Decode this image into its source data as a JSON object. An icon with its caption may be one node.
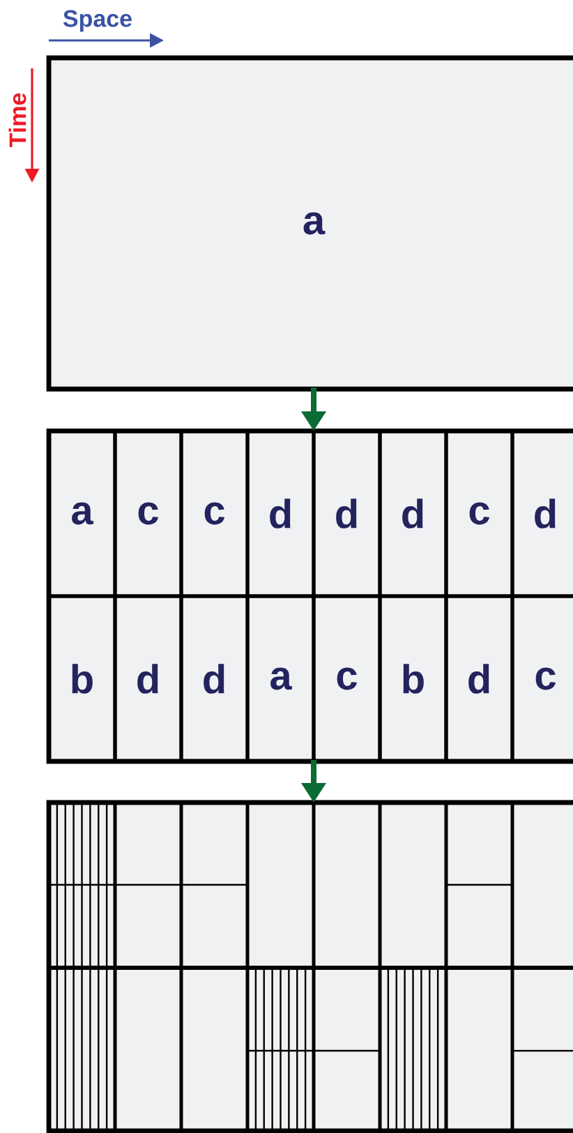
{
  "diagram": {
    "nodes": [
      {
        "text": [
          "a"
        ]
      },
      {
        "text": [],
        "shape": "box"
      },
      {
        "text": [
          "a"
        ],
        "in": 1
      },
      {
        "text": [
          "c"
        ],
        "in": 1
      },
      {
        "text": [
          "c"
        ],
        "in": 1
      },
      {
        "text": [
          "d"
        ],
        "in": 1
      },
      {
        "text": [
          "d"
        ],
        "in": 1
      },
      {
        "text": [
          "d"
        ],
        "in": 1
      },
      {
        "text": [
          "c"
        ],
        "in": 1
      },
      {
        "text": [
          "d"
        ],
        "in": 1
      },
      {
        "text": [
          "b"
        ],
        "in": 1
      },
      {
        "text": [
          "d"
        ],
        "in": 1
      },
      {
        "text": [
          "d"
        ],
        "in": 1
      },
      {
        "text": [
          "a"
        ],
        "in": 1
      },
      {
        "text": [
          "c"
        ],
        "in": 1
      },
      {
        "text": [
          "b"
        ],
        "in": 1
      },
      {
        "text": [
          "d"
        ],
        "in": 1
      },
      {
        "text": [
          "c"
        ],
        "in": 1
      },
      {
        "text": [],
        "shape": "box"
      }
    ],
    "edges": [
      {
        "from": 0,
        "to": 1,
        "arrow": "to"
      },
      {
        "from": 1,
        "to": 18,
        "arrow": "to"
      }
    ],
    "labels": [
      "Space",
      "Time"
    ]
  }
}
